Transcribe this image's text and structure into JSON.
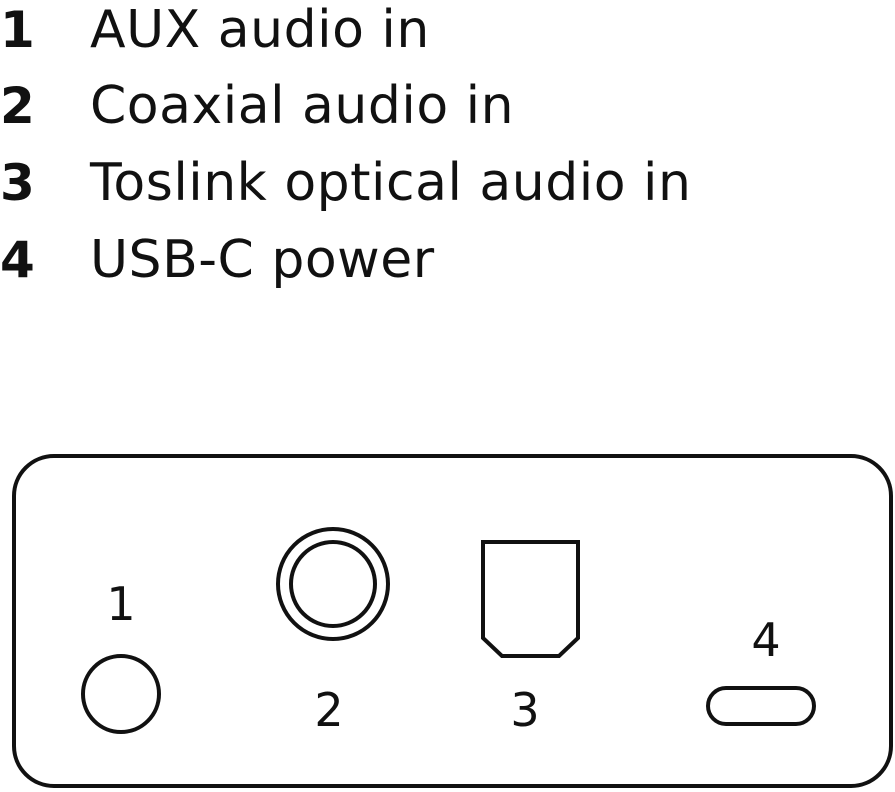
{
  "legend": [
    {
      "number": "1",
      "label": "AUX audio in"
    },
    {
      "number": "2",
      "label": "Coaxial audio in"
    },
    {
      "number": "3",
      "label": "Toslink optical audio in"
    },
    {
      "number": "4",
      "label": "USB-C power"
    }
  ],
  "panel": {
    "port_labels": {
      "aux": "1",
      "coaxial": "2",
      "toslink": "3",
      "usb_c": "4"
    }
  },
  "colors": {
    "stroke": "#111111",
    "background": "#ffffff"
  }
}
